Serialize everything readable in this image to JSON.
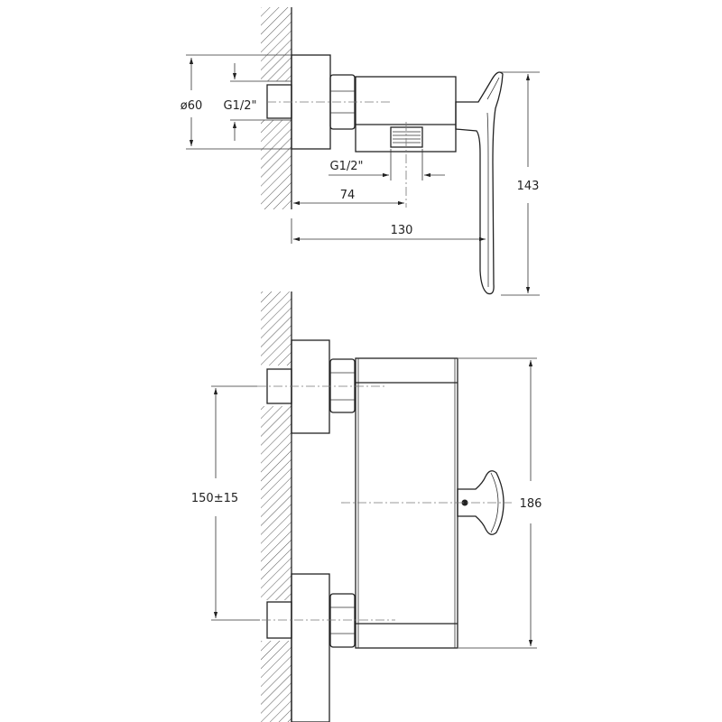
{
  "side_view": {
    "diameter_label": "ø60",
    "inlet_thread_label": "G1/2\"",
    "outlet_thread_label": "G1/2\"",
    "outlet_distance_label": "74",
    "depth_label": "130",
    "handle_height_label": "143"
  },
  "front_view": {
    "inlet_spacing_label": "150±15",
    "body_height_label": "186"
  }
}
